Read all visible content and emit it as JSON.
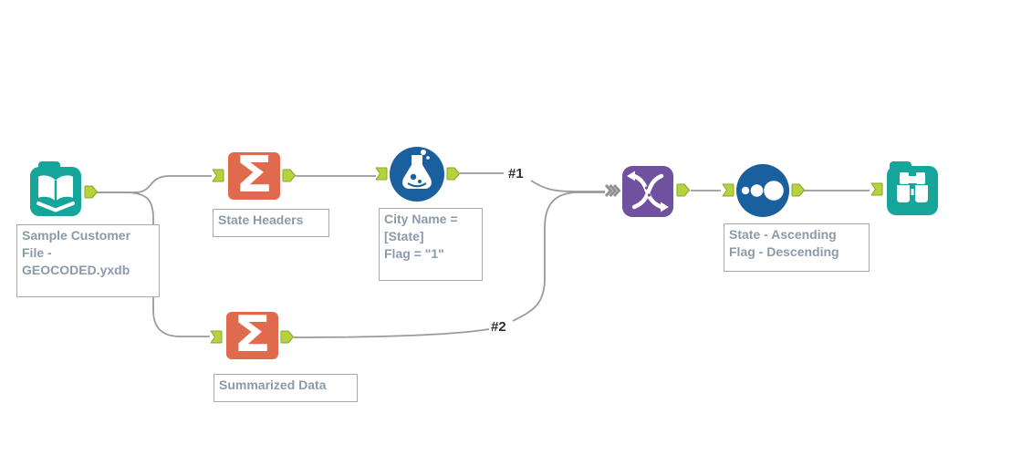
{
  "colors": {
    "canvas_bg": "#ffffff",
    "wire": "#9a9a9a",
    "anchor_fill": "#b4d33c",
    "anchor_stroke": "#87a52f",
    "input_browse_teal": "#16a59a",
    "summarize_salmon": "#df6a4e",
    "formula_sort_blue": "#1a5f9e",
    "union_purple": "#6f519f",
    "multi_input_chevron_gray": "#8f8f94",
    "annotation_text": "#8b9aab",
    "annotation_border": "#a8a8a8",
    "wire_label_text": "#2f2f2f"
  },
  "glyphs": {
    "sigma": "Σ"
  },
  "annotations": {
    "input": [
      "Sample Customer",
      "File -",
      "GEOCODED.yxdb"
    ],
    "summarize_top": [
      "State Headers"
    ],
    "formula": [
      "City Name =",
      "[State]",
      "Flag = \"1\""
    ],
    "summarize_bottom": [
      "Summarized Data"
    ],
    "sort": [
      "State - Ascending",
      "Flag - Descending"
    ]
  },
  "wire_labels": {
    "output1": "#1",
    "output2": "#2"
  }
}
